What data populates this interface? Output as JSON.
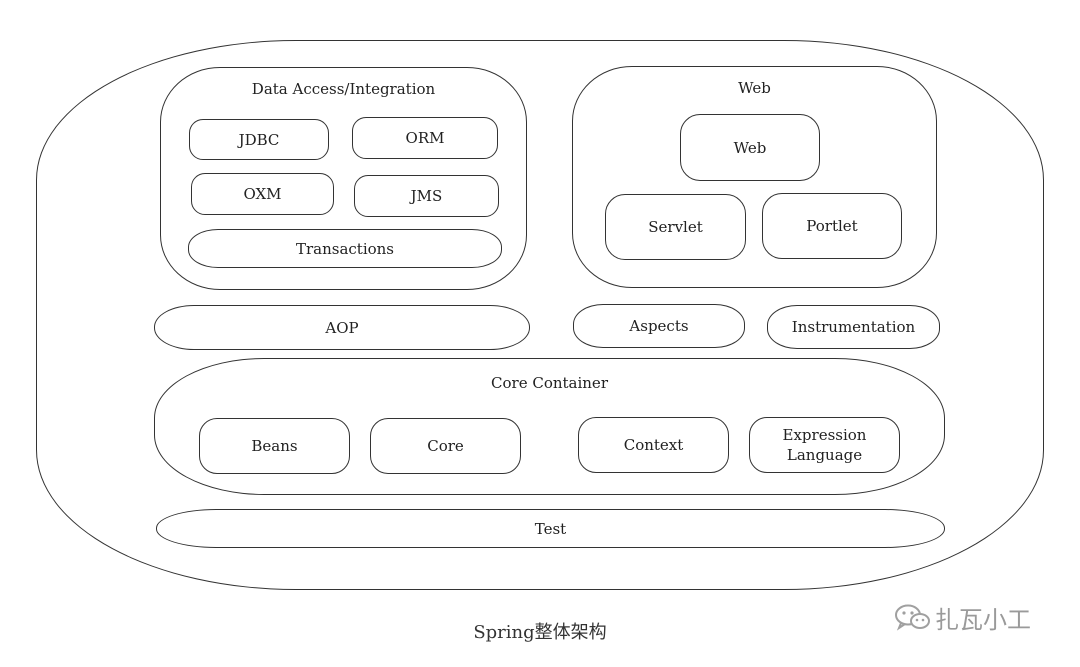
{
  "data_access": {
    "title": "Data Access/Integration",
    "jdbc": "JDBC",
    "orm": "ORM",
    "oxm": "OXM",
    "jms": "JMS",
    "transactions": "Transactions"
  },
  "web": {
    "title": "Web",
    "web": "Web",
    "servlet": "Servlet",
    "portlet": "Portlet"
  },
  "aop": "AOP",
  "aspects": "Aspects",
  "instrumentation": "Instrumentation",
  "core_container": {
    "title": "Core Container",
    "beans": "Beans",
    "core": "Core",
    "context": "Context",
    "expression_language_line1": "Expression",
    "expression_language_line2": "Language"
  },
  "test": "Test",
  "caption": "Spring整体架构",
  "watermark": {
    "text": "扎瓦小工",
    "icon": "wechat-icon"
  }
}
